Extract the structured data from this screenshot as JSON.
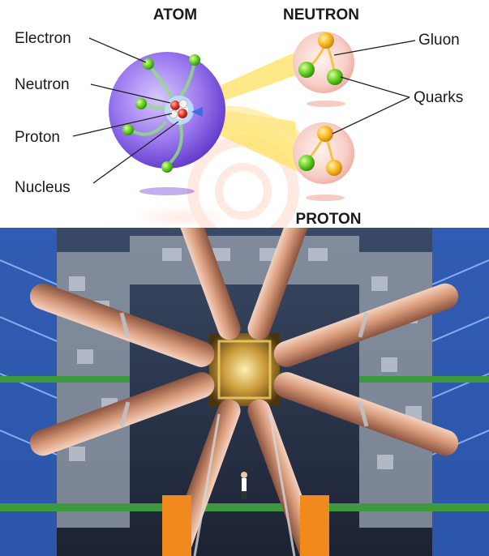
{
  "diagram": {
    "headers": {
      "atom": "ATOM",
      "neutron": "NEUTRON",
      "proton": "PROTON"
    },
    "labels": {
      "electron": "Electron",
      "neutron": "Neutron",
      "proton": "Proton",
      "nucleus": "Nucleus",
      "gluon": "Gluon",
      "quarks": "Quarks"
    },
    "colors": {
      "atom_sphere": "#8a63e0",
      "electron": "#6fd12a",
      "proton": "#e23a2a",
      "quark_yellow": "#f5b21f",
      "beam": "#ffe36a",
      "particle_halo": "#f7c6c0"
    }
  },
  "photo": {
    "subject": "particle-detector-interior",
    "colors": {
      "magnet_coil": "#d89a7a",
      "scaffold_blue": "#2f5fbf",
      "floor_green": "#3c9a3c",
      "core_gold": "#c99a3a"
    }
  }
}
